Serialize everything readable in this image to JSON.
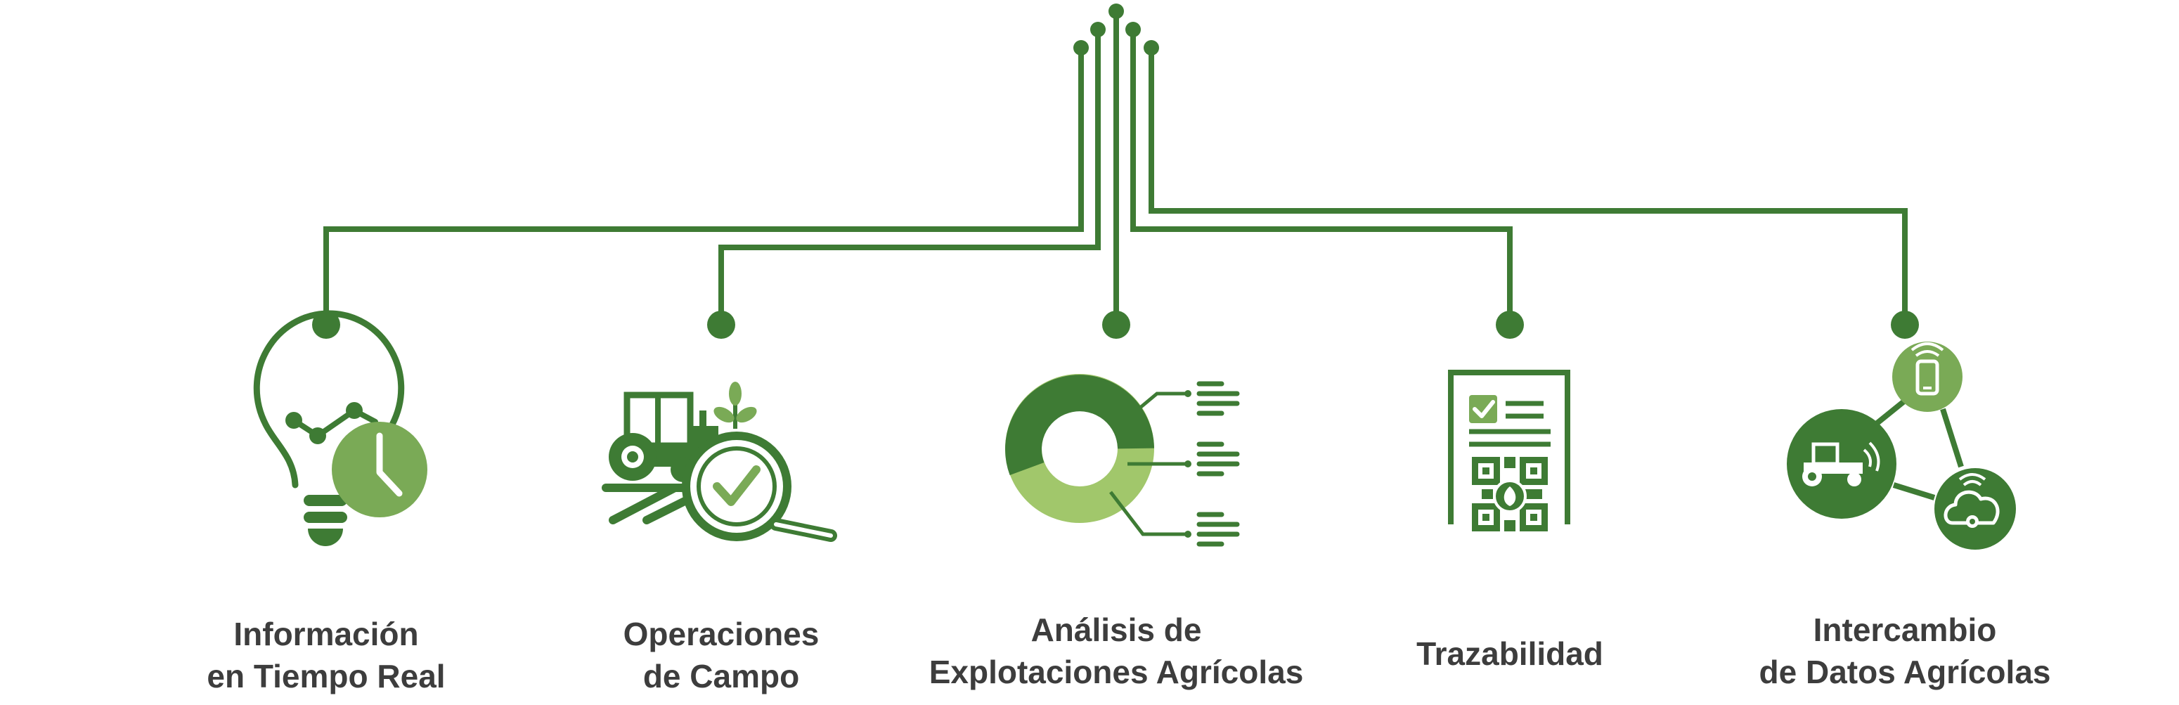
{
  "palette": {
    "dark_green": "#3e7b34",
    "mid_green": "#7aaa56",
    "light_green": "#a1c76b",
    "text": "#3d3d3d"
  },
  "features": [
    {
      "id": "real-time-info",
      "icon": "lightbulb-clock-icon",
      "lines": [
        "Información",
        "en Tiempo Real"
      ]
    },
    {
      "id": "field-operations",
      "icon": "tractor-magnifier-icon",
      "lines": [
        "Operaciones",
        "de Campo"
      ]
    },
    {
      "id": "farm-analysis",
      "icon": "donut-chart-icon",
      "lines": [
        "Análisis de",
        "Explotaciones Agrícolas"
      ]
    },
    {
      "id": "traceability",
      "icon": "qr-document-icon",
      "lines": [
        "Trazabilidad"
      ]
    },
    {
      "id": "data-exchange",
      "icon": "connected-devices-icon",
      "lines": [
        "Intercambio",
        "de Datos Agrícolas"
      ]
    }
  ]
}
